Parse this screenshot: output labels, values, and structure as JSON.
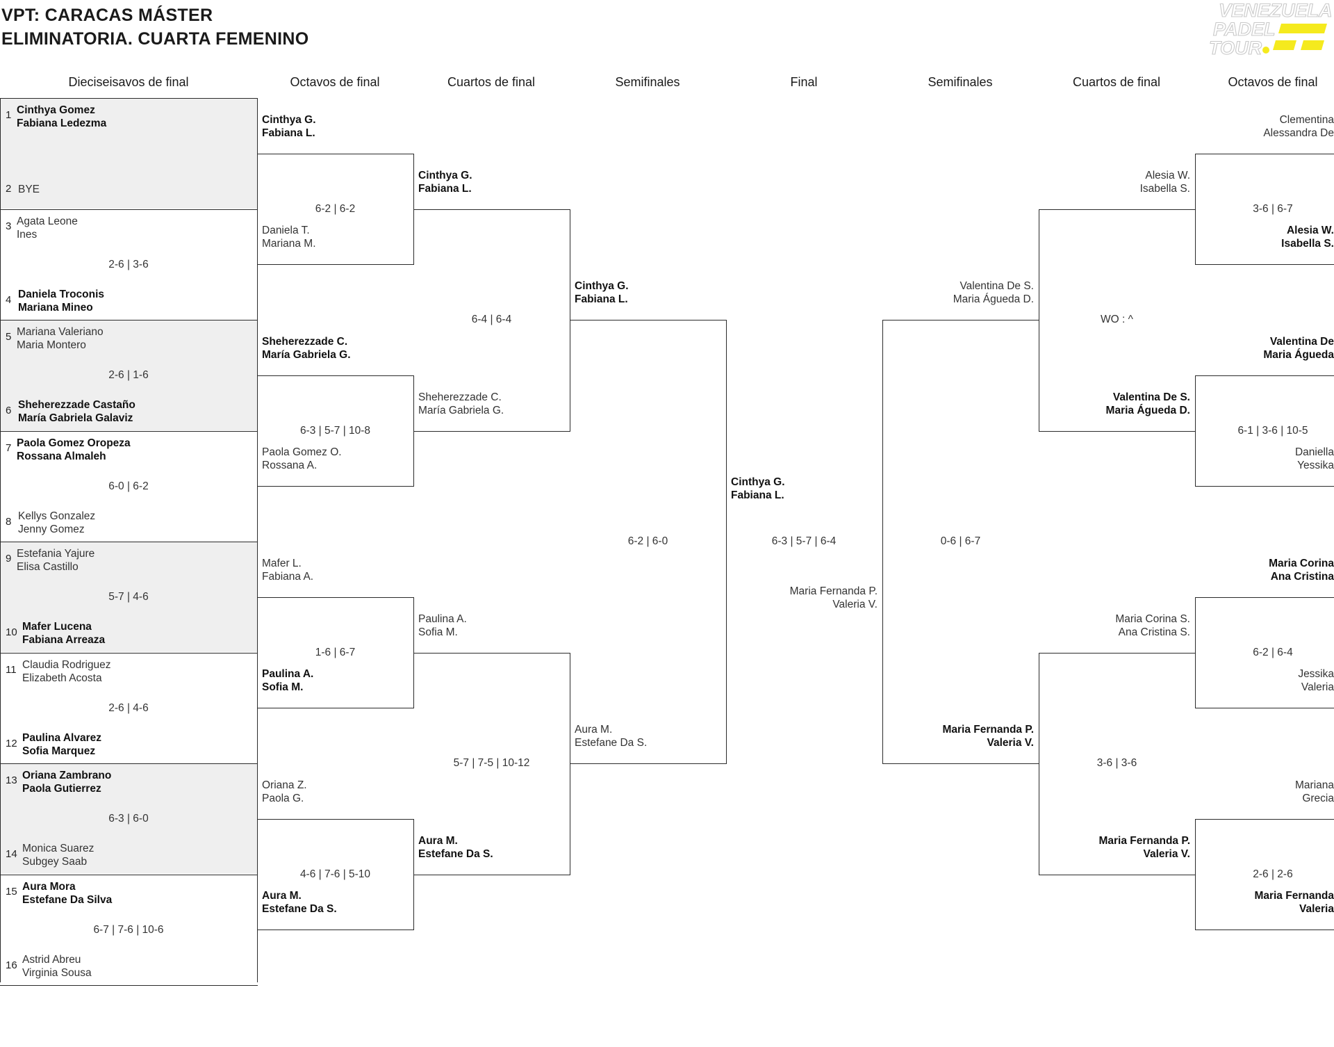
{
  "header": {
    "title_line1": "VPT: CARACAS MÁSTER",
    "title_line2": "ELIMINATORIA. CUARTA FEMENINO"
  },
  "logo": {
    "line1": "VENEZUELA",
    "line2": "PADEL",
    "line3": "TOUR",
    "accent_color": "#f5ea1e"
  },
  "rounds": [
    "Dieciseisavos de final",
    "Octavos de final",
    "Cuartos de final",
    "Semifinales",
    "Final",
    "Semifinales",
    "Cuartos de final",
    "Octavos de final"
  ],
  "r32": [
    {
      "seed_a": "1",
      "a1": "Cinthya Gomez",
      "a2": "Fabiana Ledezma",
      "seed_b": "2",
      "b1": "BYE",
      "b2": "",
      "score": "",
      "winner": "a"
    },
    {
      "seed_a": "3",
      "a1": "Agata Leone",
      "a2": "Ines",
      "seed_b": "4",
      "b1": "Daniela Troconis",
      "b2": "Mariana Mineo",
      "score": "2-6 | 3-6",
      "winner": "b"
    },
    {
      "seed_a": "5",
      "a1": "Mariana Valeriano",
      "a2": "Maria Montero",
      "seed_b": "6",
      "b1": "Sheherezzade Castaño",
      "b2": "María Gabriela Galaviz",
      "score": "2-6 | 1-6",
      "winner": "b"
    },
    {
      "seed_a": "7",
      "a1": "Paola Gomez Oropeza",
      "a2": "Rossana Almaleh",
      "seed_b": "8",
      "b1": "Kellys Gonzalez",
      "b2": "Jenny Gomez",
      "score": "6-0 | 6-2",
      "winner": "a"
    },
    {
      "seed_a": "9",
      "a1": "Estefania Yajure",
      "a2": "Elisa Castillo",
      "seed_b": "10",
      "b1": "Mafer Lucena",
      "b2": "Fabiana Arreaza",
      "score": "5-7 | 4-6",
      "winner": "b"
    },
    {
      "seed_a": "11",
      "a1": "Claudia Rodriguez",
      "a2": "Elizabeth Acosta",
      "seed_b": "12",
      "b1": "Paulina Alvarez",
      "b2": "Sofia Marquez",
      "score": "2-6 | 4-6",
      "winner": "b"
    },
    {
      "seed_a": "13",
      "a1": "Oriana Zambrano",
      "a2": "Paola Gutierrez",
      "seed_b": "14",
      "b1": "Monica Suarez",
      "b2": "Subgey Saab",
      "score": "6-3 | 6-0",
      "winner": "a"
    },
    {
      "seed_a": "15",
      "a1": "Aura Mora",
      "a2": "Estefane Da Silva",
      "seed_b": "16",
      "b1": "Astrid Abreu",
      "b2": "Virginia Sousa",
      "score": "6-7 | 7-6 | 10-6",
      "winner": "a"
    }
  ],
  "r16_left": [
    {
      "a1": "Cinthya G.",
      "a2": "Fabiana L.",
      "b1": "Daniela T.",
      "b2": "Mariana M.",
      "score": "6-2 | 6-2",
      "winner": "a"
    },
    {
      "a1": "Sheherezzade C.",
      "a2": "María Gabriela G.",
      "b1": "Paola Gomez O.",
      "b2": "Rossana A.",
      "score": "6-3 | 5-7 | 10-8",
      "winner": "a"
    },
    {
      "a1": "Mafer L.",
      "a2": "Fabiana A.",
      "b1": "Paulina A.",
      "b2": "Sofia M.",
      "score": "1-6 | 6-7",
      "winner": "b"
    },
    {
      "a1": "Oriana Z.",
      "a2": "Paola G.",
      "b1": "Aura M.",
      "b2": "Estefane Da S.",
      "score": "4-6 | 7-6 | 5-10",
      "winner": "b"
    }
  ],
  "qf_left": [
    {
      "a1": "Cinthya G.",
      "a2": "Fabiana L.",
      "b1": "Sheherezzade C.",
      "b2": "María Gabriela G.",
      "score": "6-4 | 6-4",
      "winner": "a"
    },
    {
      "a1": "Paulina A.",
      "a2": "Sofia M.",
      "b1": "Aura M.",
      "b2": "Estefane Da S.",
      "score": "5-7 | 7-5 | 10-12",
      "winner": "b"
    }
  ],
  "sf_left": {
    "a1": "Cinthya G.",
    "a2": "Fabiana L.",
    "b1": "Aura M.",
    "b2": "Estefane Da S.",
    "score": "6-2 | 6-0",
    "winner": "a"
  },
  "final": {
    "a1": "Cinthya G.",
    "a2": "Fabiana L.",
    "b1": "Maria Fernanda P.",
    "b2": "Valeria V.",
    "score": "6-3 | 5-7 | 6-4",
    "winner": "a"
  },
  "sf_right": {
    "a1": "Valentina De S.",
    "a2": "Maria Águeda D.",
    "b1": "Maria Fernanda P.",
    "b2": "Valeria V.",
    "score": "0-6 | 6-7",
    "winner": "b"
  },
  "qf_right": [
    {
      "a1": "Alesia W.",
      "a2": "Isabella S.",
      "b1": "Valentina De S.",
      "b2": "Maria Águeda D.",
      "score": "WO : ^",
      "winner": "b"
    },
    {
      "a1": "Maria Corina S.",
      "a2": "Ana Cristina S.",
      "b1": "Maria Fernanda P.",
      "b2": "Valeria V.",
      "score": "3-6 | 3-6",
      "winner": "b"
    }
  ],
  "r16_right": [
    {
      "a1": "Clementina",
      "a2": "Alessandra De",
      "b1": "Alesia W.",
      "b2": "Isabella S.",
      "score": "3-6 | 6-7",
      "winner": "b"
    },
    {
      "a1": "Valentina De",
      "a2": "Maria Águeda",
      "b1": "Daniella",
      "b2": "Yessika",
      "score": "6-1 | 3-6 | 10-5",
      "winner": "a"
    },
    {
      "a1": "Maria Corina",
      "a2": "Ana Cristina",
      "b1": "Jessika",
      "b2": "Valeria",
      "score": "6-2 | 6-4",
      "winner": "a"
    },
    {
      "a1": "Mariana",
      "a2": "Grecia",
      "b1": "Maria Fernanda",
      "b2": "Valeria",
      "score": "2-6 | 2-6",
      "winner": "b"
    }
  ]
}
